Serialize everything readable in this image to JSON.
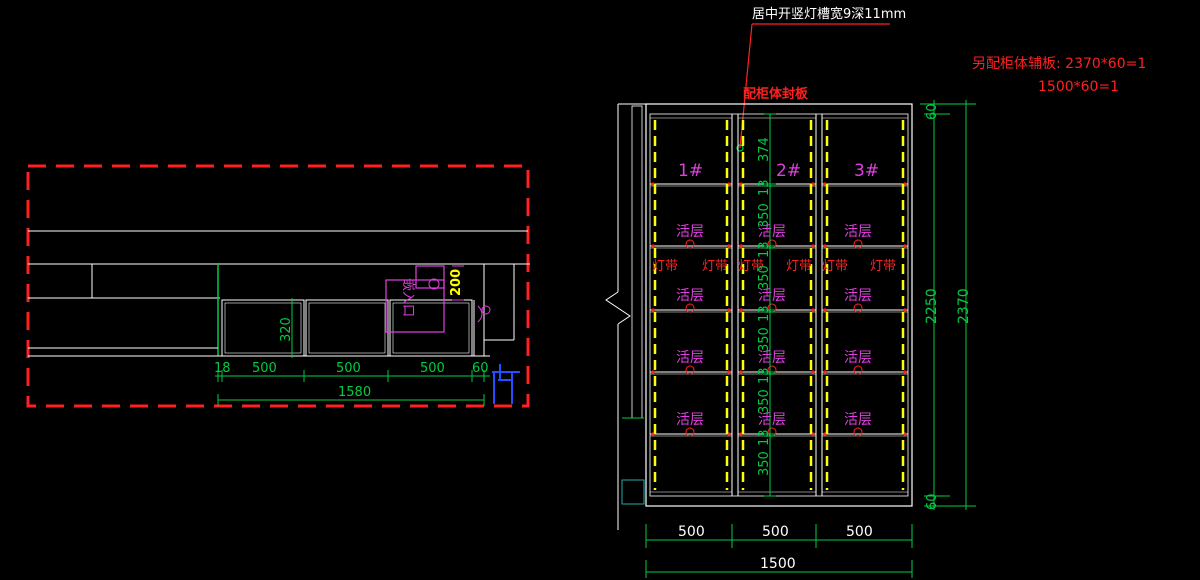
{
  "notes": {
    "slot": "居中开竖灯槽宽9深11mm",
    "seal_board": "配柜体封板",
    "extra_line1": "另配柜体辅板: 2370*60=1",
    "extra_line2": "1500*60=1"
  },
  "plan": {
    "dim_height": "320",
    "dim_small": "18",
    "dim_widths": [
      "500",
      "500",
      "500"
    ],
    "dim_end": "60",
    "dim_total": "1580",
    "tag_200": "200",
    "label_vertical": "嵌入口"
  },
  "elevation": {
    "columns": [
      "1#",
      "2#",
      "3#"
    ],
    "shelf_label": "活层",
    "light_label": "灯带",
    "row_heights": [
      "374",
      "13",
      "350",
      "13",
      "350",
      "13",
      "350",
      "13",
      "350",
      "13",
      "350"
    ],
    "dim_top": "60",
    "dim_bottom": "60",
    "dim_inner": "2250",
    "dim_outer": "2370",
    "bottom_widths": [
      "500",
      "500",
      "500"
    ],
    "bottom_total": "1500"
  },
  "colors": {
    "background": "#000000",
    "line": "#ffffff",
    "dimension": "#00cc44",
    "annotation": "#ff2020",
    "magenta": "#e040e0",
    "yellow": "#ffff00",
    "blue": "#2050ff"
  }
}
